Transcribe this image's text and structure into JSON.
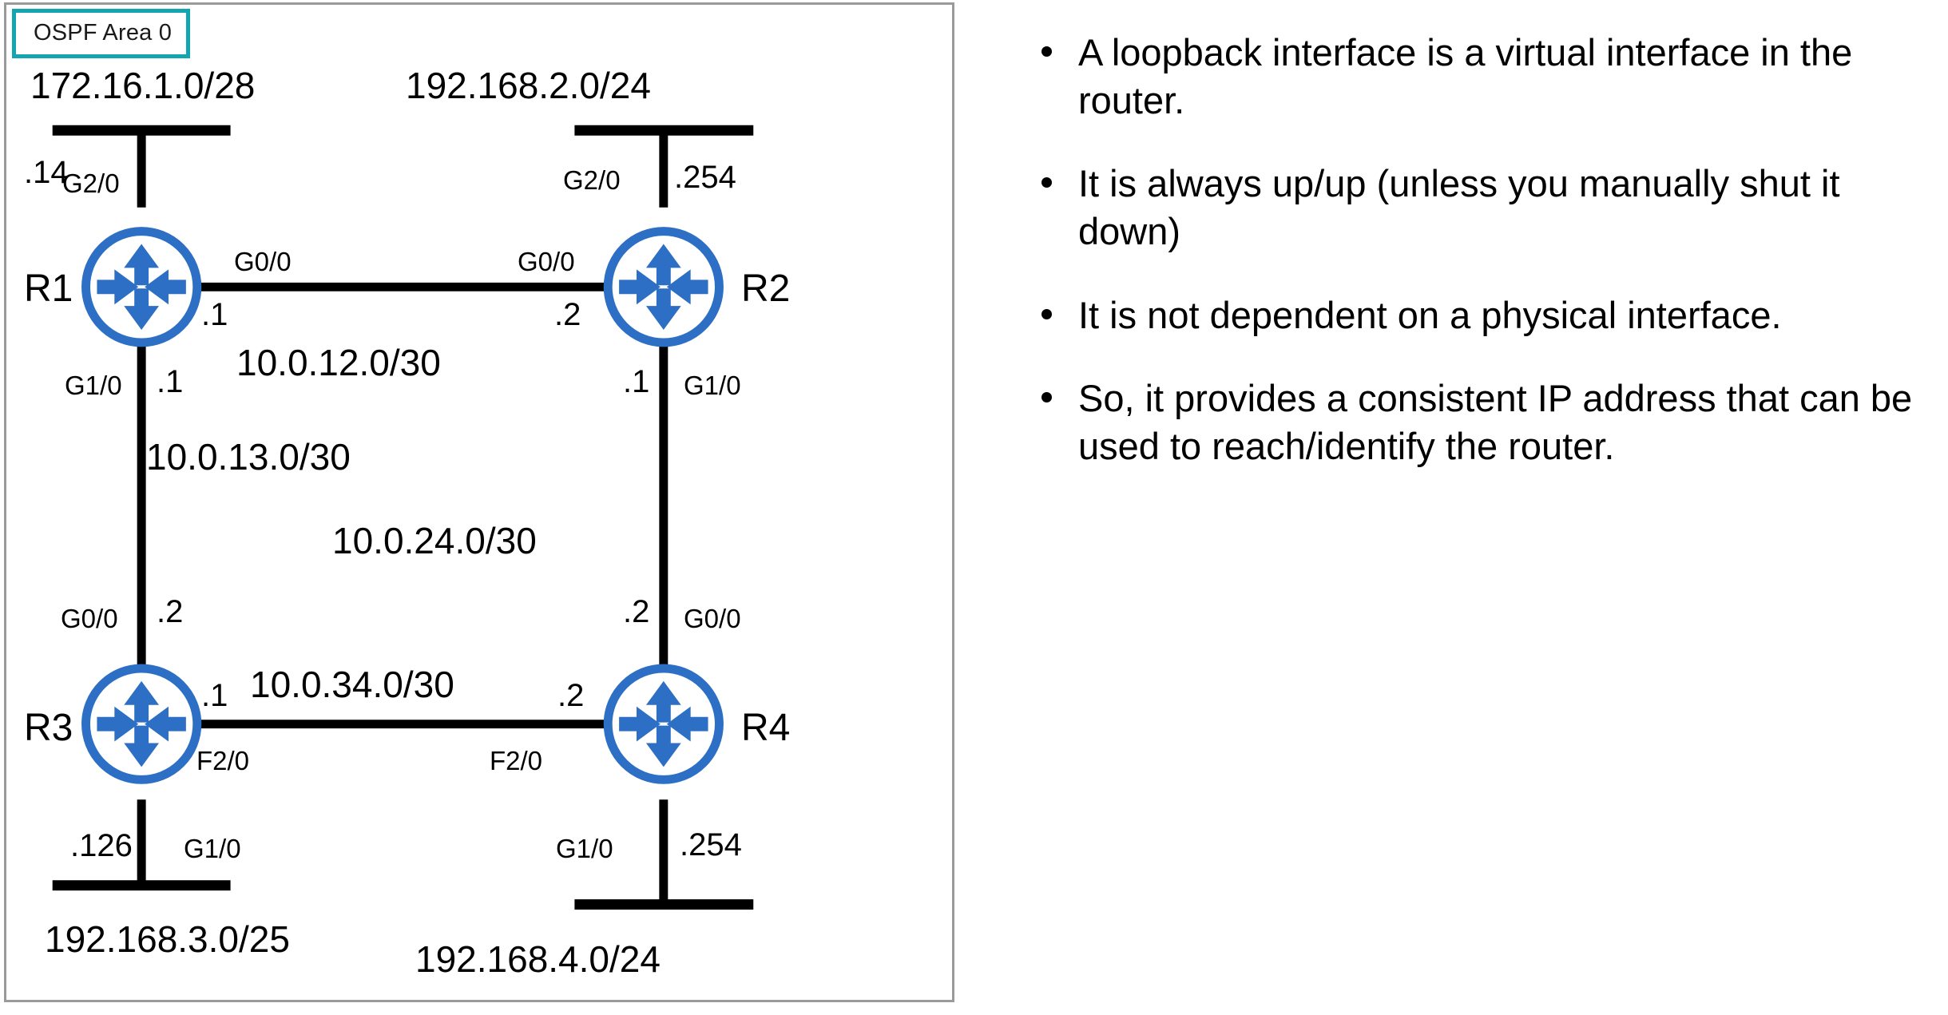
{
  "diagram": {
    "area_badge": "OSPF Area 0",
    "border_color": "#9a9a9a",
    "badge_border_color": "#13a6b0",
    "router_color": "#2d6fc4",
    "link_color": "#000000",
    "routers": [
      {
        "id": "R1",
        "label": "R1"
      },
      {
        "id": "R2",
        "label": "R2"
      },
      {
        "id": "R3",
        "label": "R3"
      },
      {
        "id": "R4",
        "label": "R4"
      }
    ],
    "lan_segments": [
      {
        "id": "lan-r1",
        "network": "172.16.1.0/28",
        "interface": "G2/0",
        "host": ".14"
      },
      {
        "id": "lan-r2",
        "network": "192.168.2.0/24",
        "interface": "G2/0",
        "host": ".254"
      },
      {
        "id": "lan-r3",
        "network": "192.168.3.0/25",
        "interface": "G1/0",
        "host": ".126"
      },
      {
        "id": "lan-r4",
        "network": "192.168.4.0/24",
        "interface": "G1/0",
        "host": ".254"
      }
    ],
    "links": [
      {
        "id": "link-r1-r2",
        "network": "10.0.12.0/30",
        "a_router": "R1",
        "a_interface": "G0/0",
        "a_host": ".1",
        "b_router": "R2",
        "b_interface": "G0/0",
        "b_host": ".2"
      },
      {
        "id": "link-r1-r3",
        "network": "10.0.13.0/30",
        "a_router": "R1",
        "a_interface": "G1/0",
        "a_host": ".1",
        "b_router": "R3",
        "b_interface": "G0/0",
        "b_host": ".2"
      },
      {
        "id": "link-r2-r4",
        "network": "10.0.24.0/30",
        "a_router": "R2",
        "a_interface": "G1/0",
        "a_host": ".1",
        "b_router": "R4",
        "b_interface": "G0/0",
        "b_host": ".2"
      },
      {
        "id": "link-r3-r4",
        "network": "10.0.34.0/30",
        "a_router": "R3",
        "a_interface": "F2/0",
        "a_host": ".1",
        "b_router": "R4",
        "b_interface": "F2/0",
        "b_host": ".2"
      }
    ]
  },
  "notes": {
    "bullets": [
      "A loopback interface is a virtual interface in the router.",
      "It is always up/up (unless you manually shut it down)",
      "It is not dependent on a physical interface.",
      "So, it provides a consistent IP address that can be used to reach/identify the router."
    ]
  }
}
